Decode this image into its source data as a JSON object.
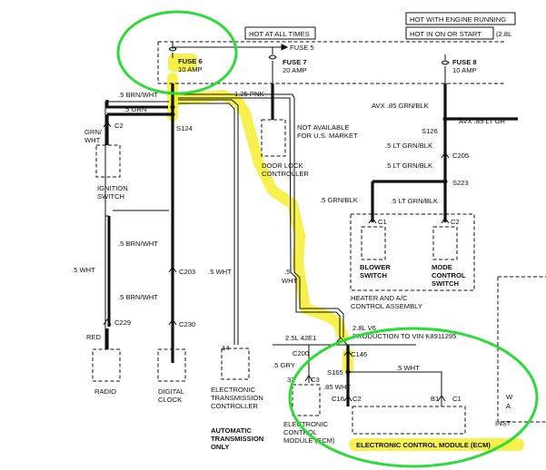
{
  "header": {
    "hot_engine_running": "HOT WITH ENGINE RUNNING",
    "hot_on_start": "HOT IN ON OR START",
    "hot_on_start_suffix": "(2.8L",
    "hot_at_all_times": "HOT AT ALL TIMES"
  },
  "fuses": {
    "fuse6_name": "FUSE 6",
    "fuse6_rating": "10 AMP",
    "fuse5_name": "FUSE 5",
    "fuse7_name": "FUSE 7",
    "fuse7_rating": "20 AMP",
    "fuse8_name": "FUSE 8",
    "fuse8_rating": "10 AMP"
  },
  "wires": {
    "brn_wht_top": ".5 BRN/WHT",
    "grn": ".5 GRN",
    "pnk": "1.25 PNK",
    "grn_wht_1": "GRN/",
    "grn_wht_2": "WHT",
    "avx_grn_blk": "AVX .85 GRN/BLK",
    "avx_lt_gr": "AVX .85 LT GR",
    "lt_grn_blk_1": ".5 LT GRN/BLK",
    "lt_grn_blk_2": ".5 LT GRN/BLK",
    "lt_grn_blk_3": ".5 LT GRN/BLK",
    "grn_blk": ".5 GRN/BLK",
    "brn_wht_mid": ".5 BRN/WHT",
    "brn_wht_low": ".5 BRN/WHT",
    "wht_left": ".5 WHT",
    "wht_center": ".5 WHT",
    "wht_mid_1": ".5",
    "wht_mid_2": "WHT",
    "red": "RED",
    "gry": ".5 GRY",
    "wht_85": ".85 WHT",
    "wht_ecm": ".5 WHT"
  },
  "connectors": {
    "c2_left": "C2",
    "s124": "S124",
    "s126": "S126",
    "c205": "C205",
    "s223": "S223",
    "c1_blower": "C1",
    "c2_mode": "C2",
    "c203": "C203",
    "c229": "C229",
    "c230": "C230",
    "c200": "C200",
    "c146": "C146",
    "s165": "S165",
    "c3": "C3",
    "pin_33": "33",
    "pin_14": "14",
    "c16": "C16",
    "c2_ecm": "C2",
    "b1": "B1",
    "c1_ecm": "C1"
  },
  "components": {
    "not_available_1": "NOT AVAILABLE",
    "not_available_2": "FOR U.S. MARKET",
    "door_lock_1": "DOOR LOCK",
    "door_lock_2": "CONTROLLER",
    "ignition_1": "IGNITION",
    "ignition_2": "SWITCH",
    "blower_1": "BLOWER",
    "blower_2": "SWITCH",
    "mode_1": "MODE",
    "mode_2": "CONTROL",
    "mode_3": "SWITCH",
    "heater_1": "HEATER AND A/C",
    "heater_2": "CONTROL ASSEMBLY",
    "radio": "RADIO",
    "digital_1": "DIGITAL",
    "digital_2": "CLOCK",
    "etc_1": "ELECTRONIC",
    "etc_2": "TRANSMISSION",
    "etc_3": "CONTROLLER",
    "auto_1": "AUTOMATIC",
    "auto_2": "TRANSMISSION",
    "auto_3": "ONLY",
    "ecm_small_1": "ELECTRONIC",
    "ecm_small_2": "CONTROL",
    "ecm_small_3": "MODULE (ECM)",
    "ecm_large": "ELECTRONIC CONTROL MODULE (ECM)",
    "engine_25": "2.5L 42E1",
    "engine_28": "2.8L V6",
    "production": "PRODUCTION TO VIN K8911295",
    "right_cut_1": "W",
    "right_cut_2": "A",
    "right_cut_3": "INST"
  },
  "colors": {
    "highlight": "#f5ee2d",
    "annotation_circle": "#2bdc36",
    "ink": "#111111"
  }
}
